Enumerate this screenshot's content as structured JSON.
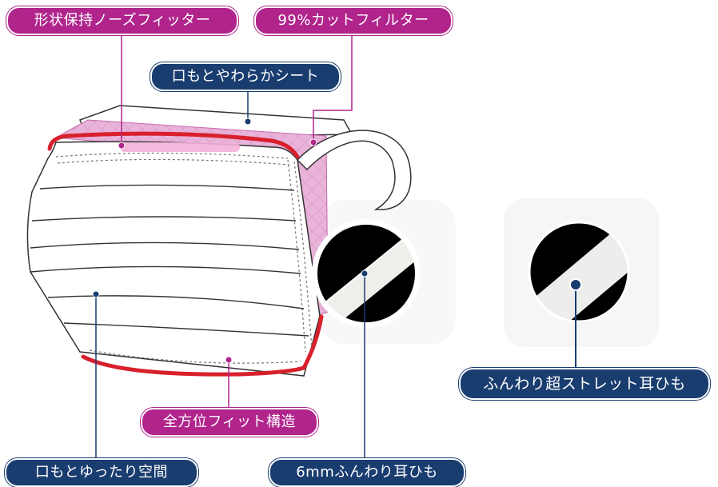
{
  "labels": {
    "nose_fitter": "形状保持ノーズフィッター",
    "filter": "99%カットフィルター",
    "soft_sheet": "口もとやわらかシート",
    "full_fit": "全方位フィット構造",
    "roomy_space": "口もとゆったり空間",
    "ear_loop_6mm": "6mmふんわり耳ひも",
    "ultra_ear_loop": "ふんわり超ストレット耳ひも"
  },
  "colors": {
    "magenta_label": "#b0248c",
    "navy_label": "#1a3d70",
    "mask_edge_red": "#d8202c",
    "pink_layer": "#ecb6d9",
    "leader_dot": "#1a3d70"
  }
}
